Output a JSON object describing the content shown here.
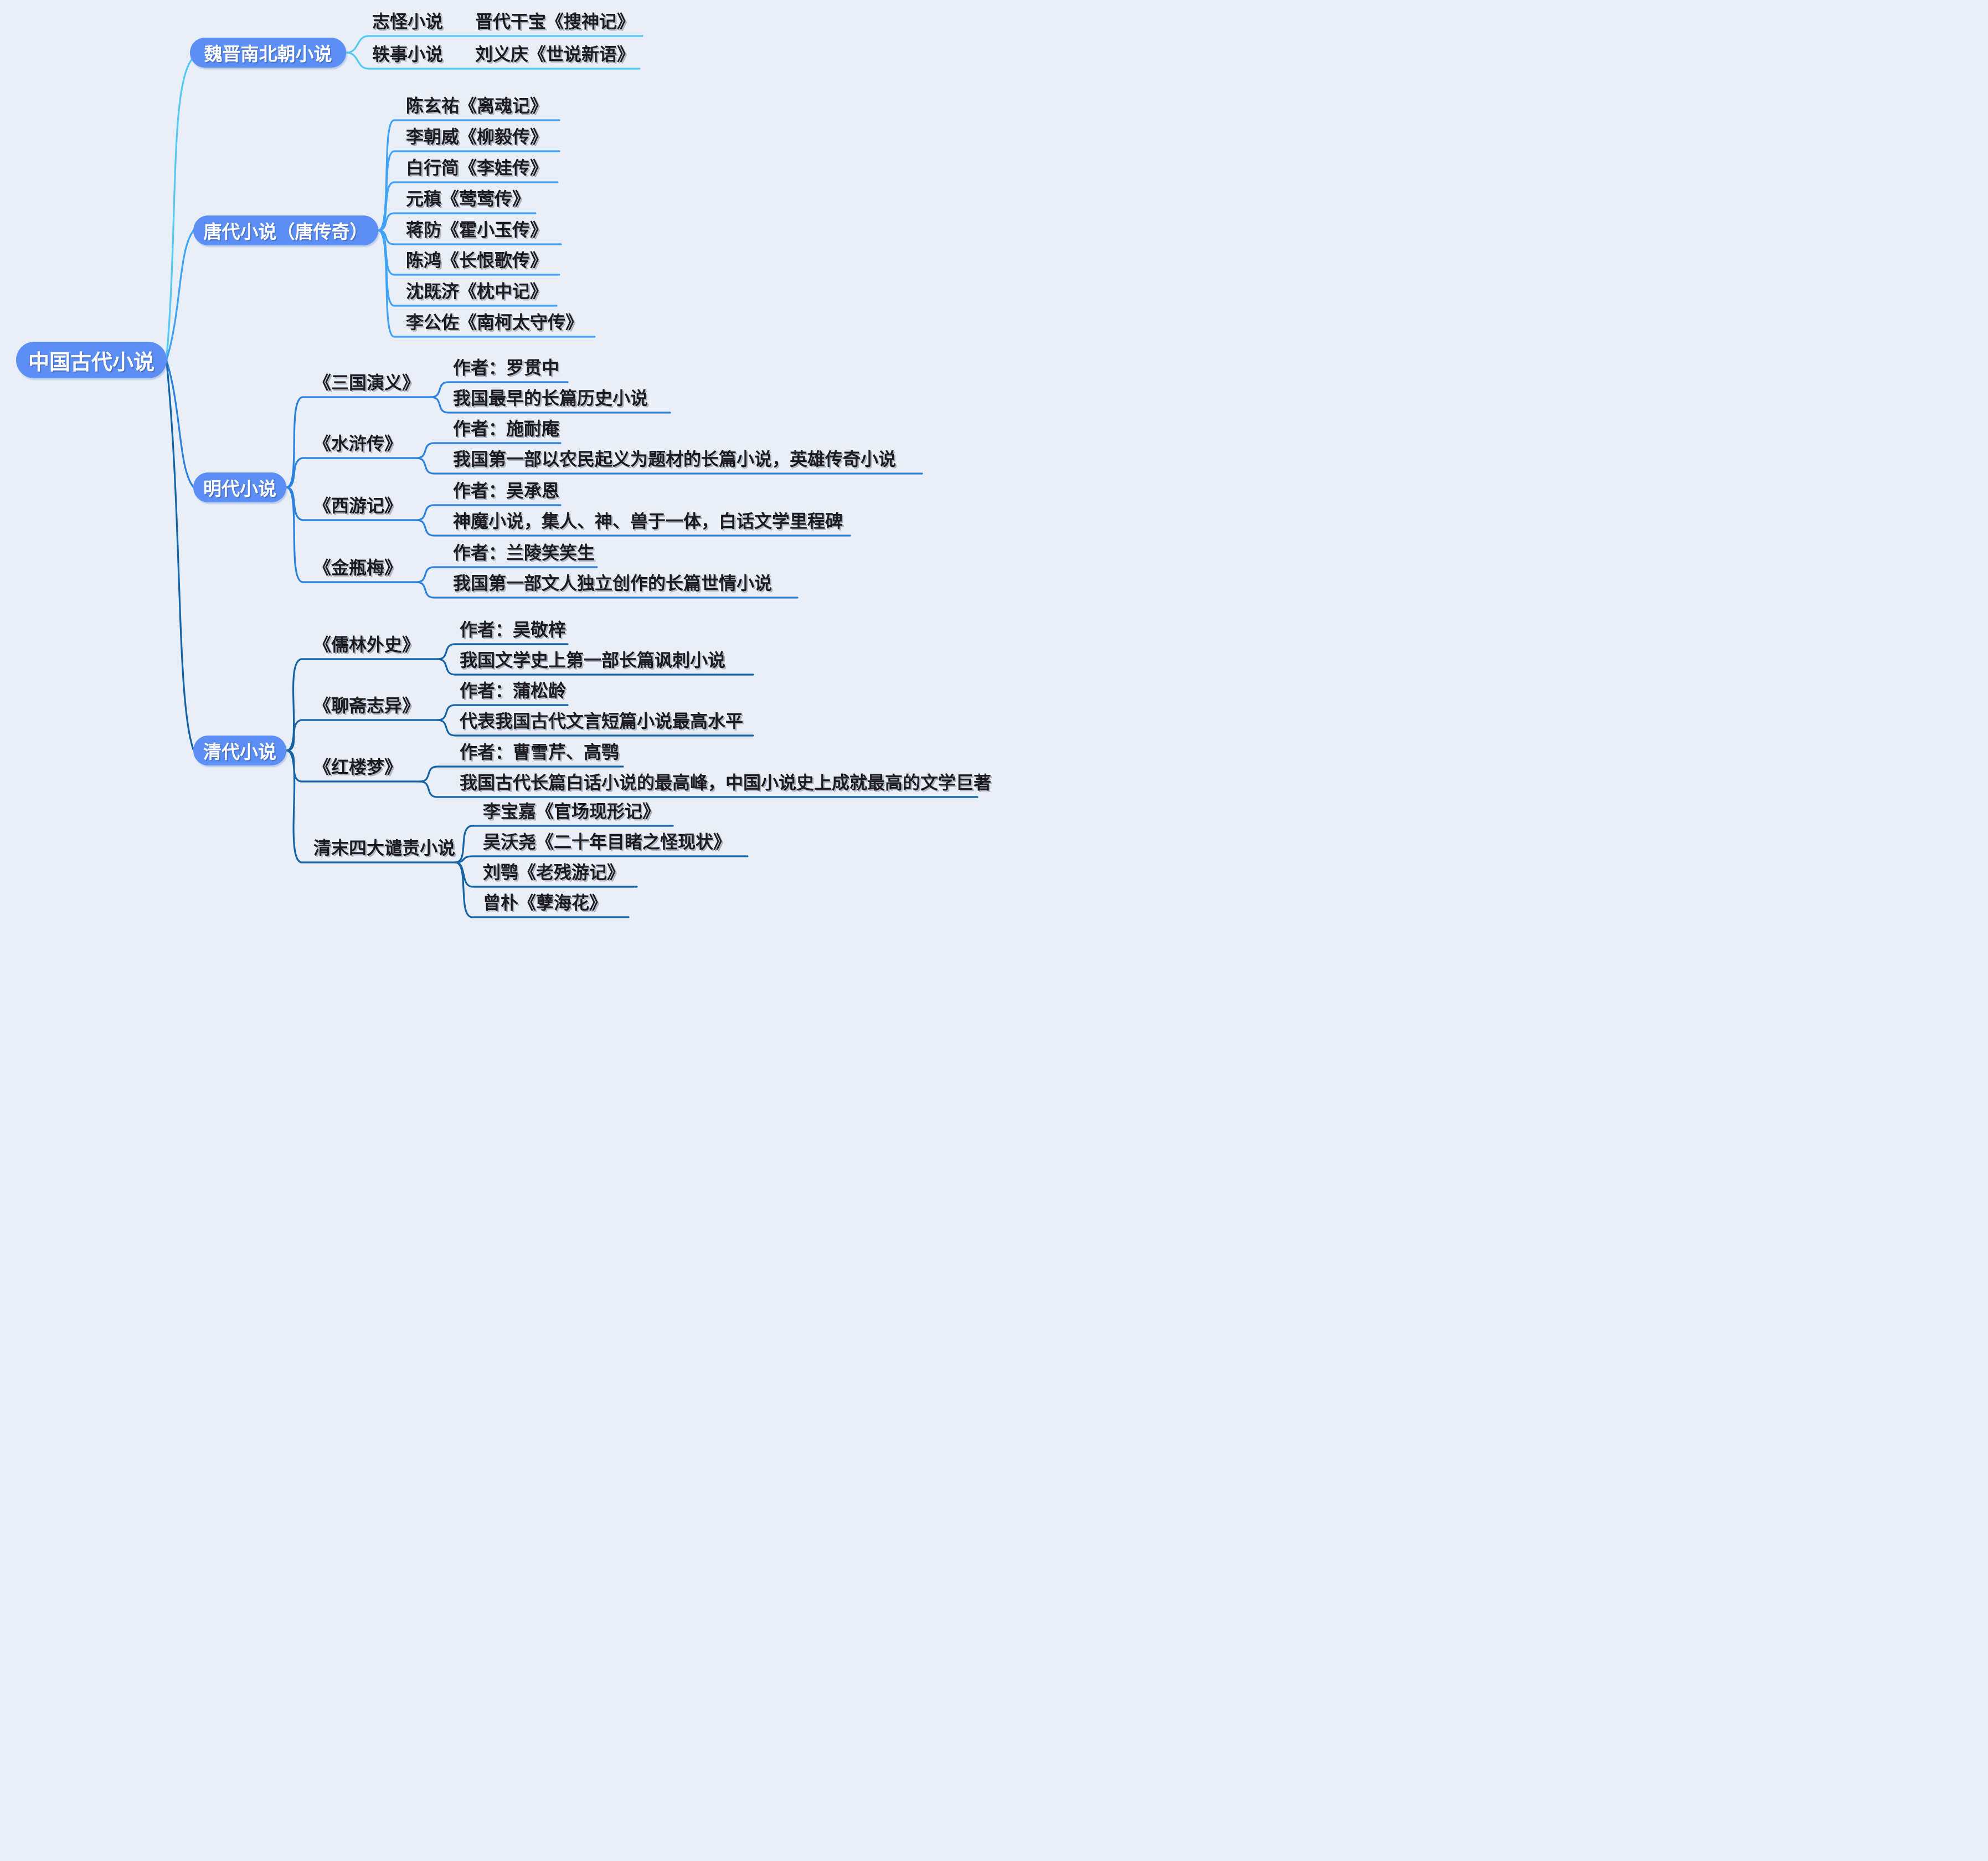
{
  "root": {
    "label": "中国古代小说"
  },
  "colors": {
    "node_fill": "#5C8FF5",
    "weijin_line": "#55C9F2",
    "tang_line": "#3FA2F7",
    "ming_line": "#2C80DF",
    "qing_line": "#1463A5",
    "background": "#E9EFF8",
    "leaf_text": "#1B1B20"
  },
  "weijin": {
    "label": "魏晋南北朝小说",
    "rows": [
      {
        "category": "志怪小说",
        "work": "晋代干宝《搜神记》"
      },
      {
        "category": "轶事小说",
        "work": "刘义庆《世说新语》"
      }
    ]
  },
  "tang": {
    "label": "唐代小说（唐传奇）",
    "works": [
      "陈玄祐《离魂记》",
      "李朝威《柳毅传》",
      "白行简《李娃传》",
      "元稹《莺莺传》",
      "蒋防《霍小玉传》",
      "陈鸿《长恨歌传》",
      "沈既济《枕中记》",
      "李公佐《南柯太守传》"
    ]
  },
  "ming": {
    "label": "明代小说",
    "books": [
      {
        "title": "《三国演义》",
        "author": "作者：罗贯中",
        "note": "我国最早的长篇历史小说"
      },
      {
        "title": "《水浒传》",
        "author": "作者：施耐庵",
        "note": "我国第一部以农民起义为题材的长篇小说，英雄传奇小说"
      },
      {
        "title": "《西游记》",
        "author": "作者：吴承恩",
        "note": "神魔小说，集人、神、兽于一体，白话文学里程碑"
      },
      {
        "title": "《金瓶梅》",
        "author": "作者：兰陵笑笑生",
        "note": "我国第一部文人独立创作的长篇世情小说"
      }
    ]
  },
  "qing": {
    "label": "清代小说",
    "books": [
      {
        "title": "《儒林外史》",
        "author": "作者：吴敬梓",
        "note": "我国文学史上第一部长篇讽刺小说"
      },
      {
        "title": "《聊斋志异》",
        "author": "作者：蒲松龄",
        "note": "代表我国古代文言短篇小说最高水平"
      },
      {
        "title": "《红楼梦》",
        "author": "作者：曹雪芹、高鹗",
        "note": "我国古代长篇白话小说的最高峰，中国小说史上成就最高的文学巨著"
      }
    ],
    "group": {
      "title": "清末四大谴责小说",
      "works": [
        "李宝嘉《官场现形记》",
        "吴沃尧《二十年目睹之怪现状》",
        "刘鹗《老残游记》",
        "曾朴《孽海花》"
      ]
    }
  }
}
